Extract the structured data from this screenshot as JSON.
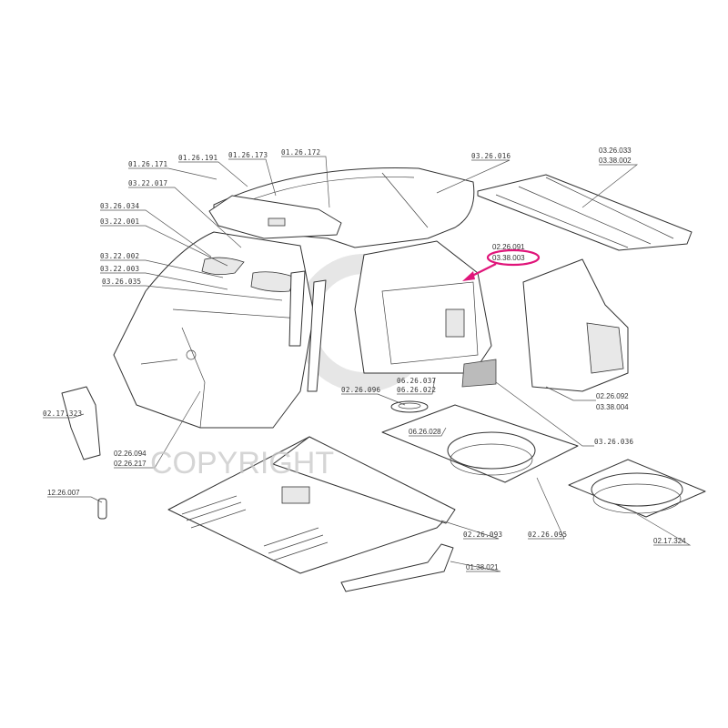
{
  "diagram": {
    "labels": {
      "l01_26_171": "01.26.171",
      "l01_26_191": "01.26.191",
      "l01_26_173": "01.26.173",
      "l01_26_172": "01.26.172",
      "l03_22_017": "03.22.017",
      "l03_26_034": "03.26.034",
      "l03_22_001": "03.22.001",
      "l03_22_002": "03.22.002",
      "l03_22_003": "03.22.003",
      "l03_26_035": "03.26.035",
      "l03_26_016": "03.26.016",
      "l03_26_033": "03.26.033",
      "l03_38_002": "03.38.002",
      "l02_26_091": "02.26.091",
      "l03_38_003": "03.38.003",
      "l02_26_096": "02.26.096",
      "l06_26_037": "06.26.037",
      "l06_26_022": "06.26.022",
      "l02_26_092": "02.26.092",
      "l03_38_004": "03.38.004",
      "l06_26_028": "06.26.028",
      "l03_26_036": "03.26.036",
      "l02_17_323": "02.17.323",
      "l02_26_094": "02.26.094",
      "l02_26_217": "02.26.217",
      "l12_26_007": "12.26.007",
      "l02_26_093": "02.26.093",
      "l02_26_095": "02.26.095",
      "l02_17_324": "02.17.324",
      "l01_38_021": "01.38.021"
    },
    "highlight_color": "#e0157a",
    "watermark": "COPYRIGHT"
  }
}
